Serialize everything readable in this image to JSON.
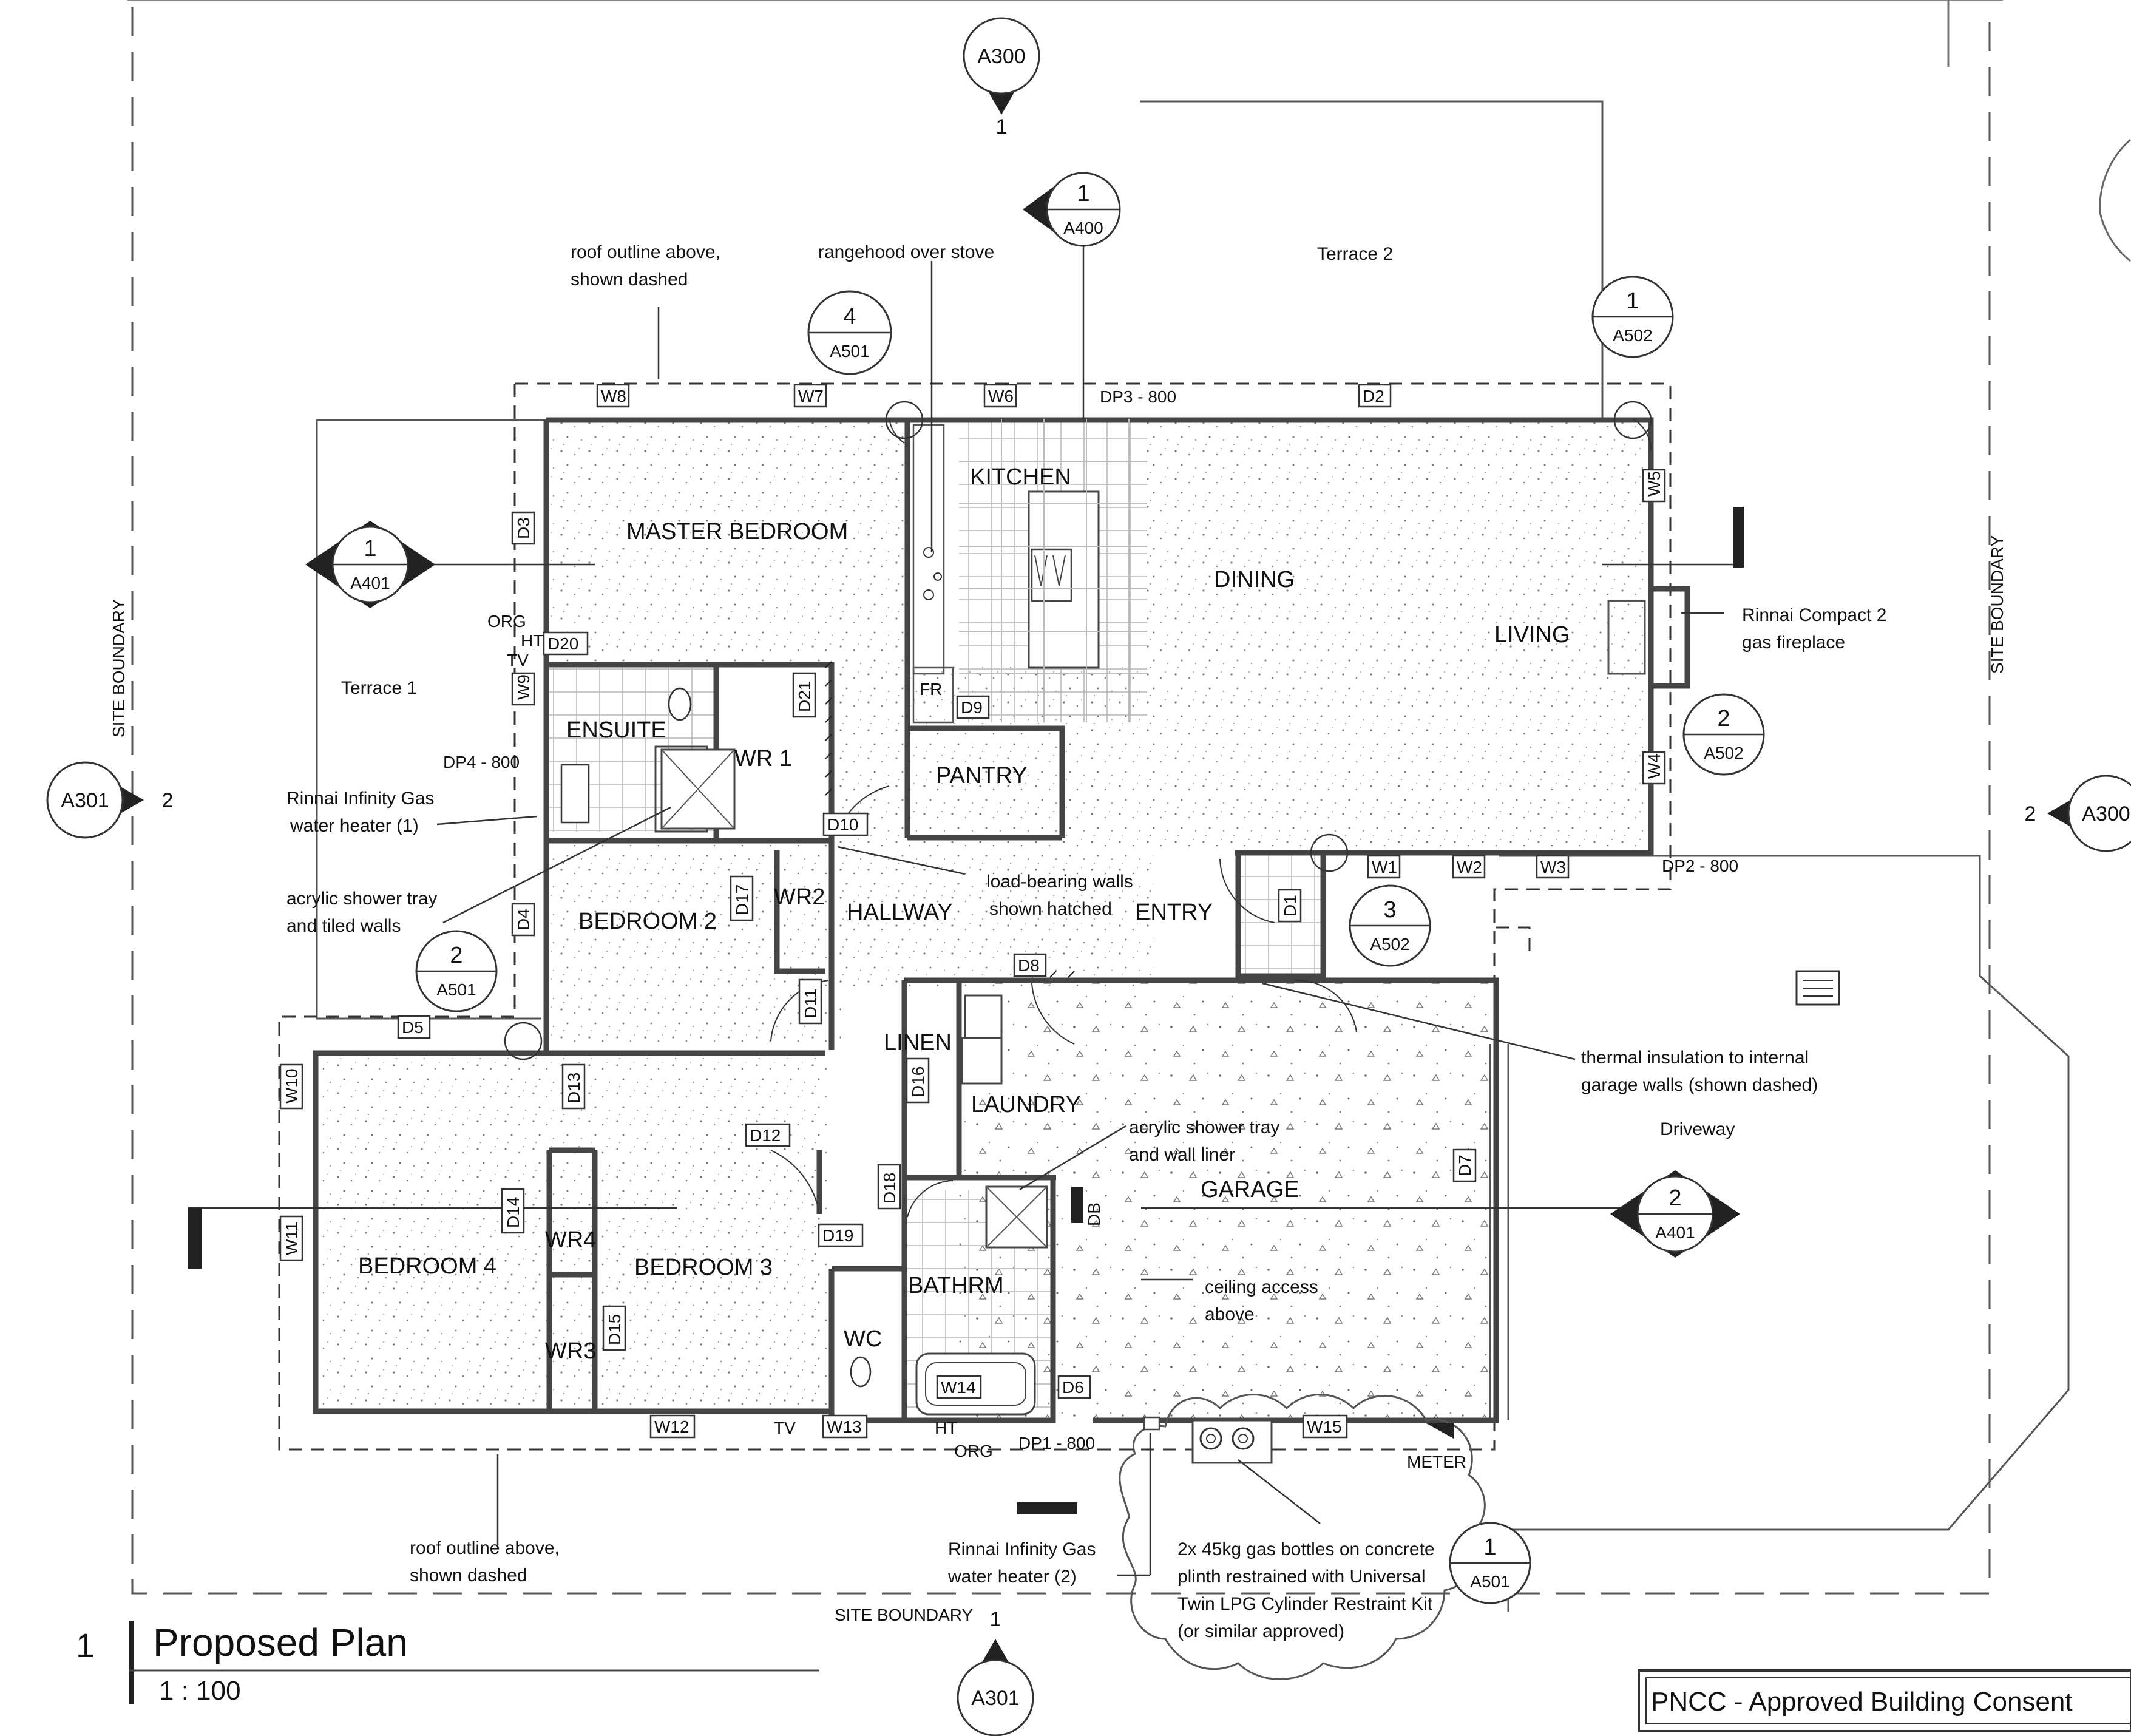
{
  "rooms": {
    "master": "MASTER BEDROOM",
    "kitchen": "KITCHEN",
    "dining": "DINING",
    "living": "LIVING",
    "ensuite": "ENSUITE",
    "wr1": "WR 1",
    "pantry": "PANTRY",
    "fr": "FR",
    "bedroom2": "BEDROOM 2",
    "wr2": "WR2",
    "hallway": "HALLWAY",
    "entry": "ENTRY",
    "linen": "LINEN",
    "laundry": "LAUNDRY",
    "garage": "GARAGE",
    "bedroom4": "BEDROOM 4",
    "wr4": "WR4",
    "bedroom3": "BEDROOM 3",
    "wr3": "WR3",
    "bathrm": "BATHRM",
    "wc": "WC",
    "terrace1": "Terrace 1",
    "terrace2": "Terrace 2",
    "driveway": "Driveway"
  },
  "labels": {
    "site_boundary": "SITE BOUNDARY",
    "site_boundary_bottom": "SITE BOUNDARY",
    "site_boundary_right": "SITE BOUNDARY",
    "org_top": "ORG",
    "ht_top": "HT",
    "tv_top": "TV",
    "tv_bottom": "TV",
    "ht_bottom": "HT",
    "org_bottom": "ORG",
    "meter": "METER",
    "db": "DB",
    "dp1": "DP1 - 800",
    "dp2": "DP2 - 800",
    "dp3": "DP3 - 800",
    "dp4": "DP4 - 800"
  },
  "notes": {
    "roof_top_1": "roof outline above,",
    "roof_top_2": "shown dashed",
    "rangehood": "rangehood over stove",
    "fireplace_1": "Rinnai Compact 2",
    "fireplace_2": "gas fireplace",
    "water_heater1_1": "Rinnai Infinity Gas",
    "water_heater1_2": "water heater (1)",
    "shower1_1": "acrylic shower tray",
    "shower1_2": "and tiled walls",
    "loadbearing_1": "load-bearing walls",
    "loadbearing_2": "shown hatched",
    "insulation_1": "thermal insulation to internal",
    "insulation_2": "garage walls (shown dashed)",
    "shower2_1": "acrylic shower tray",
    "shower2_2": "and wall liner",
    "ceiling_1": "ceiling access",
    "ceiling_2": "above",
    "roof_bottom_1": "roof outline above,",
    "roof_bottom_2": "shown dashed",
    "water_heater2_1": "Rinnai Infinity Gas",
    "water_heater2_2": "water heater (2)",
    "gas_1": "2x 45kg gas bottles on concrete",
    "gas_2": "plinth restrained with Universal",
    "gas_3": "Twin LPG Cylinder Restraint Kit",
    "gas_4": "(or similar approved)"
  },
  "tags": {
    "w1": "W1",
    "w2": "W2",
    "w3": "W3",
    "w4": "W4",
    "w5": "W5",
    "w6": "W6",
    "w7": "W7",
    "w8": "W8",
    "w9": "W9",
    "w10": "W10",
    "w11": "W11",
    "w12": "W12",
    "w13": "W13",
    "w14": "W14",
    "w15": "W15",
    "d1": "D1",
    "d2": "D2",
    "d3": "D3",
    "d4": "D4",
    "d5": "D5",
    "d6": "D6",
    "d7": "D7",
    "d8": "D8",
    "d9": "D9",
    "d10": "D10",
    "d11": "D11",
    "d12": "D12",
    "d13": "D13",
    "d14": "D14",
    "d15": "D15",
    "d16": "D16",
    "d17": "D17",
    "d18": "D18",
    "d19": "D19",
    "d20": "D20",
    "d21": "D21"
  },
  "markers": {
    "a300_top": {
      "sheet": "A300",
      "num": "1"
    },
    "a400": {
      "num": "1",
      "sheet": "A400"
    },
    "a501_top": {
      "num": "4",
      "sheet": "A501"
    },
    "a502_top": {
      "num": "1",
      "sheet": "A502"
    },
    "a401_left": {
      "num": "1",
      "sheet": "A401"
    },
    "a502_right": {
      "num": "2",
      "sheet": "A502"
    },
    "a301_left": {
      "sheet": "A301",
      "num": "2"
    },
    "a300_right": {
      "sheet": "A300",
      "num": "2"
    },
    "a502_entry": {
      "num": "3",
      "sheet": "A502"
    },
    "a501_left": {
      "num": "2",
      "sheet": "A501"
    },
    "a401_right": {
      "num": "2",
      "sheet": "A401"
    },
    "a501_bottom": {
      "num": "1",
      "sheet": "A501"
    },
    "a301_bottom": {
      "sheet": "A301",
      "num": "1"
    }
  },
  "title": {
    "number": "1",
    "name": "Proposed Plan",
    "scale": "1 : 100"
  },
  "stamp": "PNCC  -  Approved Building Consent"
}
